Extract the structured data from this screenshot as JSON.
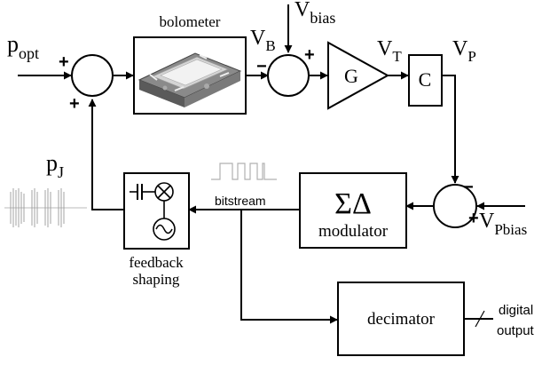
{
  "signals": {
    "p_opt": {
      "base": "p",
      "sub": "opt"
    },
    "v_bias": {
      "base": "V",
      "sub": "bias"
    },
    "v_b": {
      "base": "V",
      "sub": "B"
    },
    "v_t": {
      "base": "V",
      "sub": "T"
    },
    "v_p": {
      "base": "V",
      "sub": "P"
    },
    "v_pbias": {
      "base": "V",
      "sub": "Pbias"
    },
    "p_j": {
      "base": "p",
      "sub": "J"
    }
  },
  "signs": {
    "sum1_left": "+",
    "sum1_bottom": "+",
    "sum2_left": "−",
    "sum2_right": "+",
    "sum3_top": "−",
    "sum3_right": "+"
  },
  "blocks": {
    "bolometer": "bolometer",
    "gain": "G",
    "c_block": "C",
    "modulator_symbol": "ΣΔ",
    "modulator_label": "modulator",
    "feedback_line1": "feedback",
    "feedback_line2": "shaping",
    "decimator": "decimator"
  },
  "labels": {
    "bitstream": "bitstream",
    "digital_line1": "digital",
    "digital_line2": "output"
  }
}
